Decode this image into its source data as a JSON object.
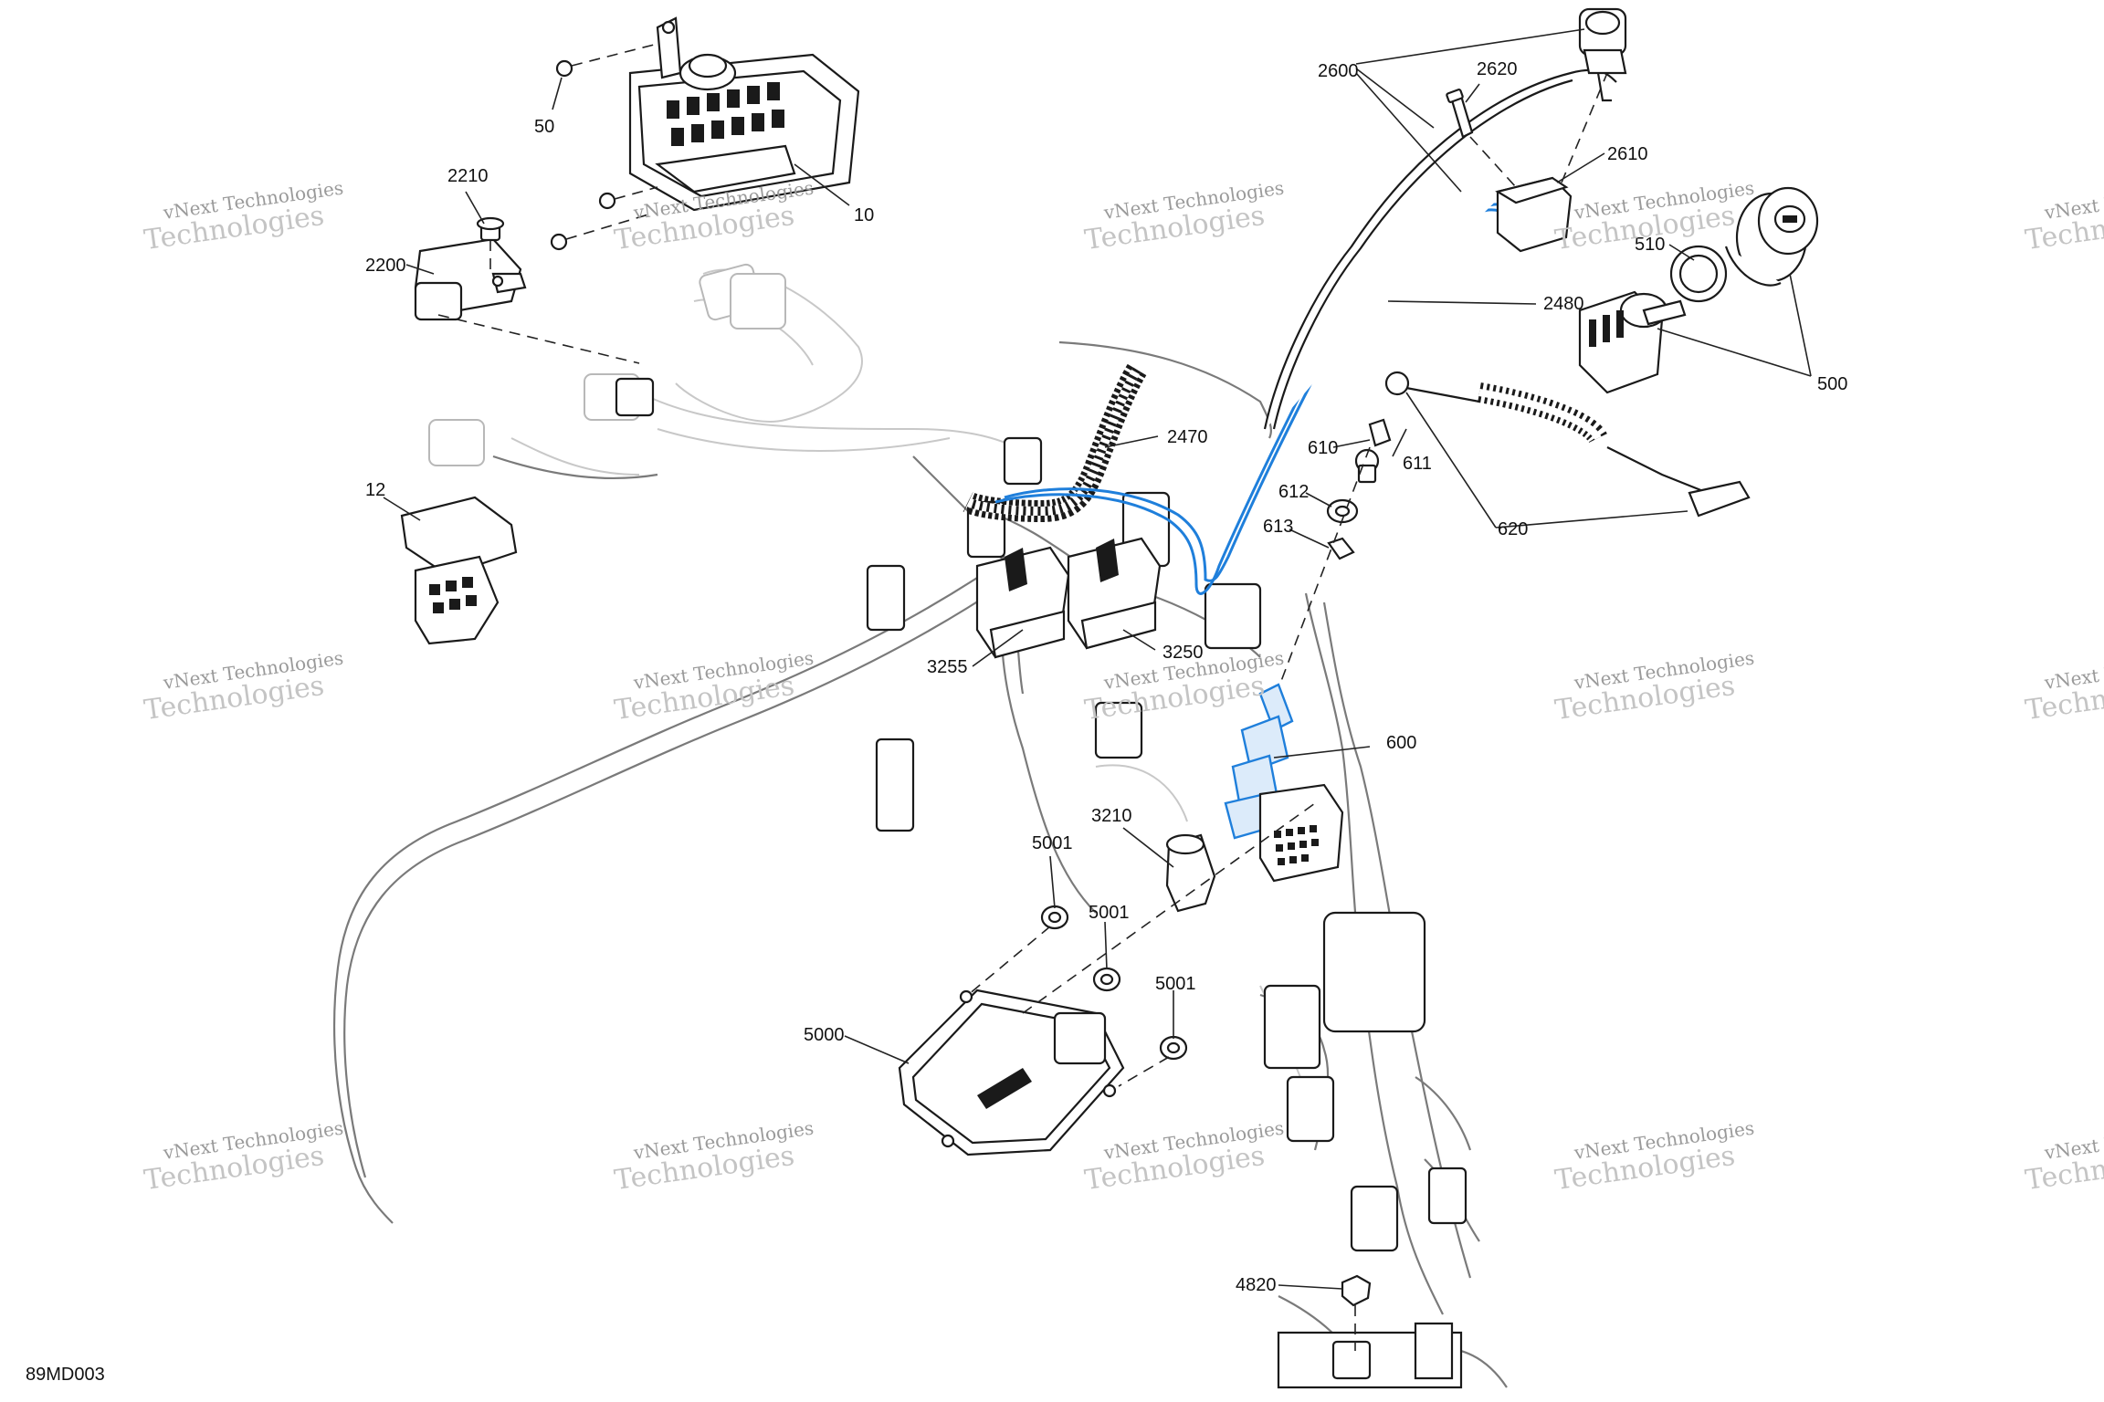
{
  "figure_code": "89MD003",
  "watermark": {
    "line1": "vNext Technologies",
    "line2": "Technologies"
  },
  "callouts": [
    {
      "id": "c50",
      "label": "50"
    },
    {
      "id": "c10",
      "label": "10"
    },
    {
      "id": "c2210",
      "label": "2210"
    },
    {
      "id": "c2200",
      "label": "2200"
    },
    {
      "id": "c12",
      "label": "12"
    },
    {
      "id": "c2600",
      "label": "2600"
    },
    {
      "id": "c2620",
      "label": "2620"
    },
    {
      "id": "c2610",
      "label": "2610"
    },
    {
      "id": "c510",
      "label": "510"
    },
    {
      "id": "c500",
      "label": "500"
    },
    {
      "id": "c2480",
      "label": "2480"
    },
    {
      "id": "c2470",
      "label": "2470"
    },
    {
      "id": "c610",
      "label": "610"
    },
    {
      "id": "c611",
      "label": "611"
    },
    {
      "id": "c612",
      "label": "612"
    },
    {
      "id": "c613",
      "label": "613"
    },
    {
      "id": "c620",
      "label": "620"
    },
    {
      "id": "c3255",
      "label": "3255"
    },
    {
      "id": "c3250",
      "label": "3250"
    },
    {
      "id": "c600",
      "label": "600"
    },
    {
      "id": "c3210",
      "label": "3210"
    },
    {
      "id": "c5001a",
      "label": "5001"
    },
    {
      "id": "c5001b",
      "label": "5001"
    },
    {
      "id": "c5001c",
      "label": "5001"
    },
    {
      "id": "c5000",
      "label": "5000"
    },
    {
      "id": "c4820",
      "label": "4820"
    }
  ],
  "colors": {
    "highlight": "#1f7fdb",
    "line": "#1a1a1a",
    "watermark": "#9a9a9a"
  }
}
